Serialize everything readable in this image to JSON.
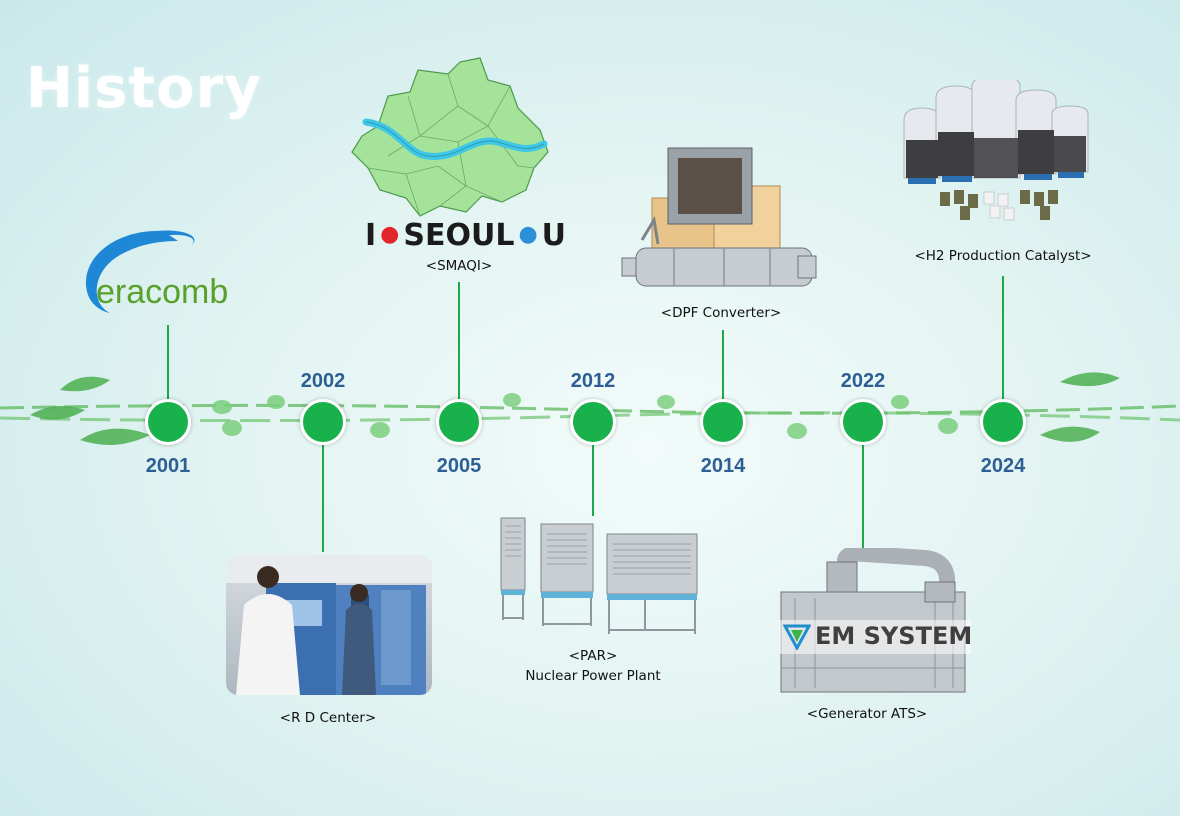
{
  "page": {
    "title": "History"
  },
  "milestones": [
    {
      "year": "2001",
      "caption": ""
    },
    {
      "year": "2002",
      "caption": "<R   D Center>"
    },
    {
      "year": "2005",
      "caption": "<SMAQI>"
    },
    {
      "year": "2012",
      "caption": "<PAR>",
      "caption2": "Nuclear Power Plant"
    },
    {
      "year": "2014",
      "caption": "<DPF Converter>"
    },
    {
      "year": "2022",
      "caption": "<Generator ATS>"
    },
    {
      "year": "2024",
      "caption": "<H2 Production Catalyst>"
    }
  ],
  "logos": {
    "eracomb": "eracomb",
    "seoul": {
      "i": "I",
      "word": "SEOUL",
      "u": "U"
    },
    "em_system": "EM SYSTEM"
  },
  "colors": {
    "node": "#18b14b",
    "year": "#2e5f94",
    "line": "#1ea84a"
  }
}
